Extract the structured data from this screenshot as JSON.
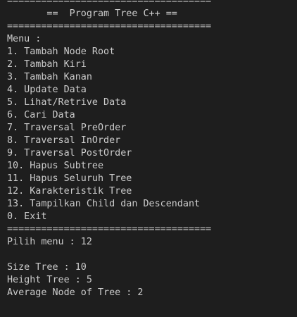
{
  "terminal": {
    "rule": "====================================",
    "title": "       ==  Program Tree C++ ==",
    "menu_header": "Menu :",
    "menu_items": [
      "1. Tambah Node Root",
      "2. Tambah Kiri",
      "3. Tambah Kanan",
      "4. Update Data",
      "5. Lihat/Retrive Data",
      "6. Cari Data",
      "7. Traversal PreOrder",
      "8. Traversal InOrder",
      "9. Traversal PostOrder",
      "10. Hapus Subtree",
      "11. Hapus Seluruh Tree",
      "12. Karakteristik Tree",
      "13. Tampilkan Child dan Descendant",
      "0. Exit"
    ],
    "prompt": "Pilih menu : 12",
    "results": [
      "Size Tree : 10",
      "Height Tree : 5",
      "Average Node of Tree : 2"
    ]
  }
}
